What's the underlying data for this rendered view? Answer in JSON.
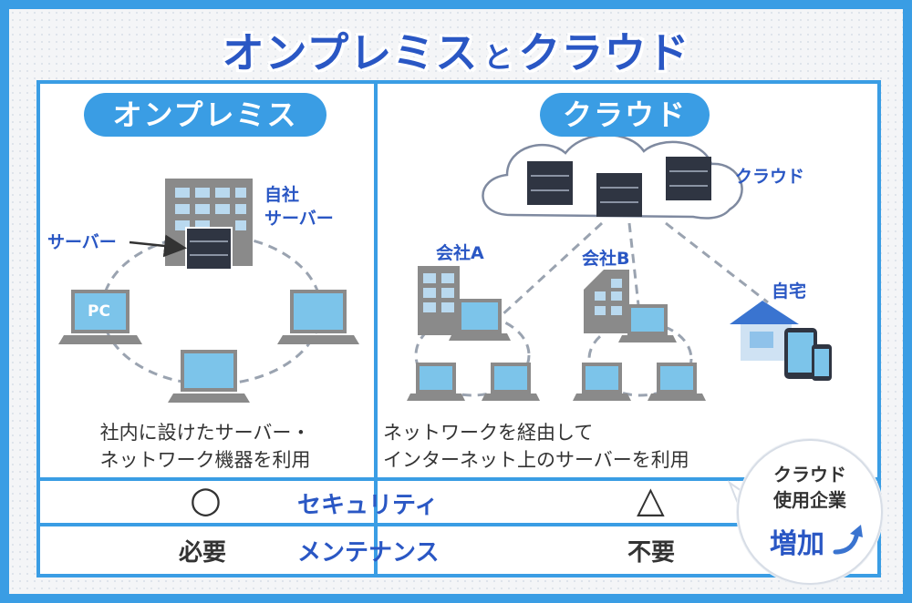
{
  "title": {
    "left": "オンプレミス",
    "connector": "と",
    "right": "クラウド"
  },
  "colors": {
    "accent": "#3a9de4",
    "heading": "#2a57c4",
    "text": "#333333",
    "gray": "#9a9a9a",
    "screen": "#7cc4ea"
  },
  "onpremise": {
    "heading": "オンプレミス",
    "building_label": "自社\nサーバー",
    "building_label_line1": "自社",
    "building_label_line2": "サーバー",
    "server_label": "サーバー",
    "pc_label": "PC",
    "description_line1": "社内に設けたサーバー・",
    "description_line2": "ネットワーク機器を利用"
  },
  "cloud": {
    "heading": "クラウド",
    "cloud_label": "クラウド",
    "company_a": "会社A",
    "company_b": "会社B",
    "home": "自宅",
    "description_line1": "ネットワークを経由して",
    "description_line2": "インターネット上のサーバーを利用"
  },
  "comparison": {
    "security_label": "セキュリティ",
    "security_onpremise": "○",
    "security_cloud": "△",
    "maintenance_label": "メンテナンス",
    "maintenance_onpremise": "必要",
    "maintenance_cloud": "不要"
  },
  "badge": {
    "line1": "クラウド",
    "line2": "使用企業",
    "emphasis": "増加",
    "icon": "curved-up-arrow-icon"
  }
}
